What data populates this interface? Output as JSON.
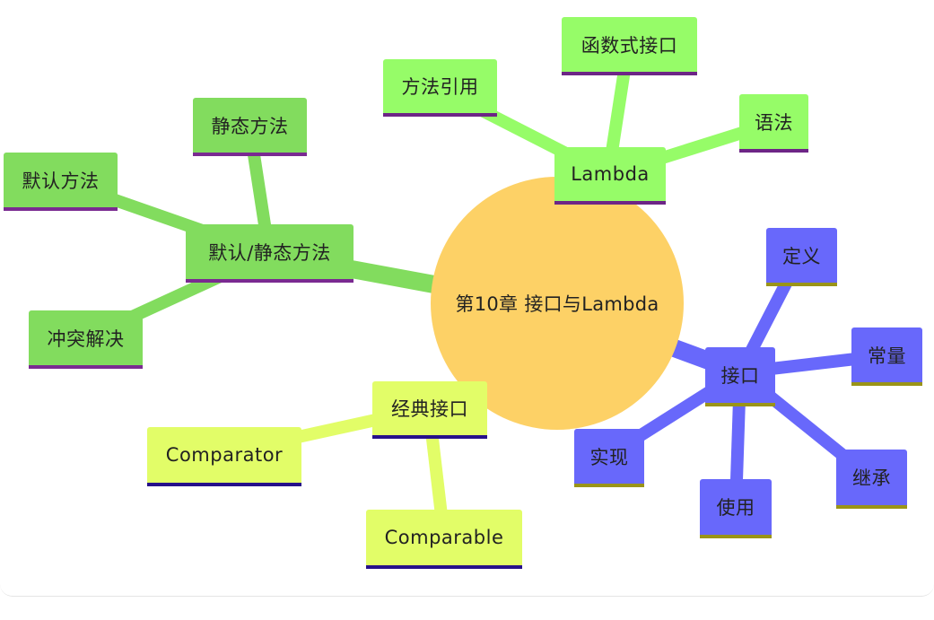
{
  "center": {
    "label": "第10章 接口与Lambda"
  },
  "branches": {
    "lambda": {
      "label": "Lambda",
      "children": [
        "方法引用",
        "函数式接口",
        "语法"
      ]
    },
    "default_static": {
      "label": "默认/静态方法",
      "children": [
        "静态方法",
        "默认方法",
        "冲突解决"
      ]
    },
    "interface": {
      "label": "接口",
      "children": [
        "定义",
        "常量",
        "继承",
        "使用",
        "实现"
      ]
    },
    "classic": {
      "label": "经典接口",
      "children": [
        "Comparator",
        "Comparable"
      ]
    }
  },
  "colors": {
    "center": "#fdd166",
    "lambda_branch": "#96fc68",
    "default_static_branch": "#82dc5e",
    "interface_branch": "#6868fb",
    "classic_branch": "#e2fd68"
  }
}
